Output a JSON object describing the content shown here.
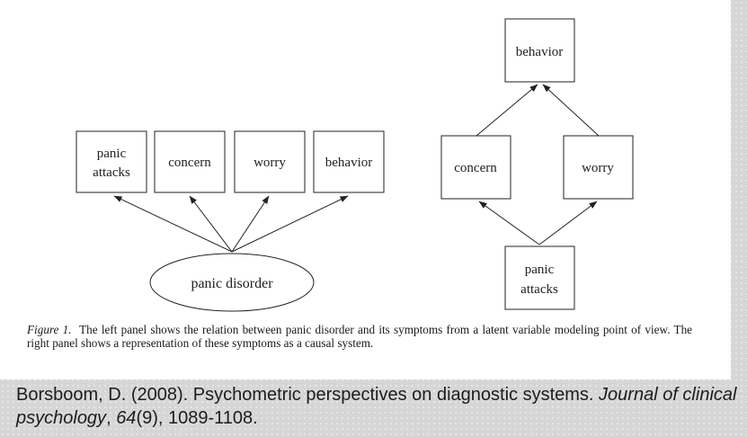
{
  "figure": {
    "left_panel": {
      "symptoms": [
        {
          "id": "panic-attacks",
          "lines": [
            "panic",
            "attacks"
          ]
        },
        {
          "id": "concern",
          "lines": [
            "concern"
          ]
        },
        {
          "id": "worry",
          "lines": [
            "worry"
          ]
        },
        {
          "id": "behavior",
          "lines": [
            "behavior"
          ]
        }
      ],
      "latent": "panic disorder"
    },
    "right_panel": {
      "nodes": [
        {
          "id": "behavior",
          "lines": [
            "behavior"
          ]
        },
        {
          "id": "concern",
          "lines": [
            "concern"
          ]
        },
        {
          "id": "worry",
          "lines": [
            "worry"
          ]
        },
        {
          "id": "panic-attacks",
          "lines": [
            "panic",
            "attacks"
          ]
        }
      ],
      "edges": [
        {
          "from": "panic-attacks",
          "to": "concern"
        },
        {
          "from": "panic-attacks",
          "to": "worry"
        },
        {
          "from": "concern",
          "to": "behavior"
        },
        {
          "from": "worry",
          "to": "behavior"
        }
      ]
    },
    "caption": {
      "label": "Figure 1.",
      "text": "The left panel shows the relation between panic disorder and its symptoms from a latent variable modeling point of view. The right panel shows a representation of these symptoms as a causal system."
    }
  },
  "citation": {
    "authors_year": "Borsboom, D. (2008). Psychometric perspectives on diagnostic systems. ",
    "journal": "Journal of clinical psychology",
    "sep1": ", ",
    "volume": "64",
    "issue": "(9), 1089-1108."
  }
}
